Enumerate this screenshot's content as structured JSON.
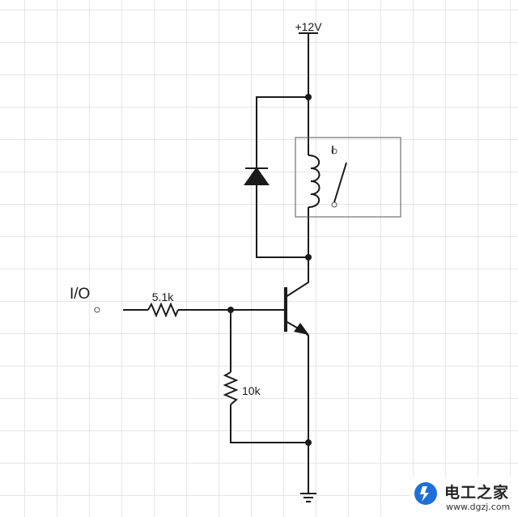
{
  "diagram": {
    "supply_label": "+12V",
    "io_label": "I/O",
    "r1_label": "5.1k",
    "r2_label": "10k"
  },
  "watermark": {
    "title": "电工之家",
    "url": "www.dgzj.com",
    "accent_color": "#1e6fd9"
  }
}
